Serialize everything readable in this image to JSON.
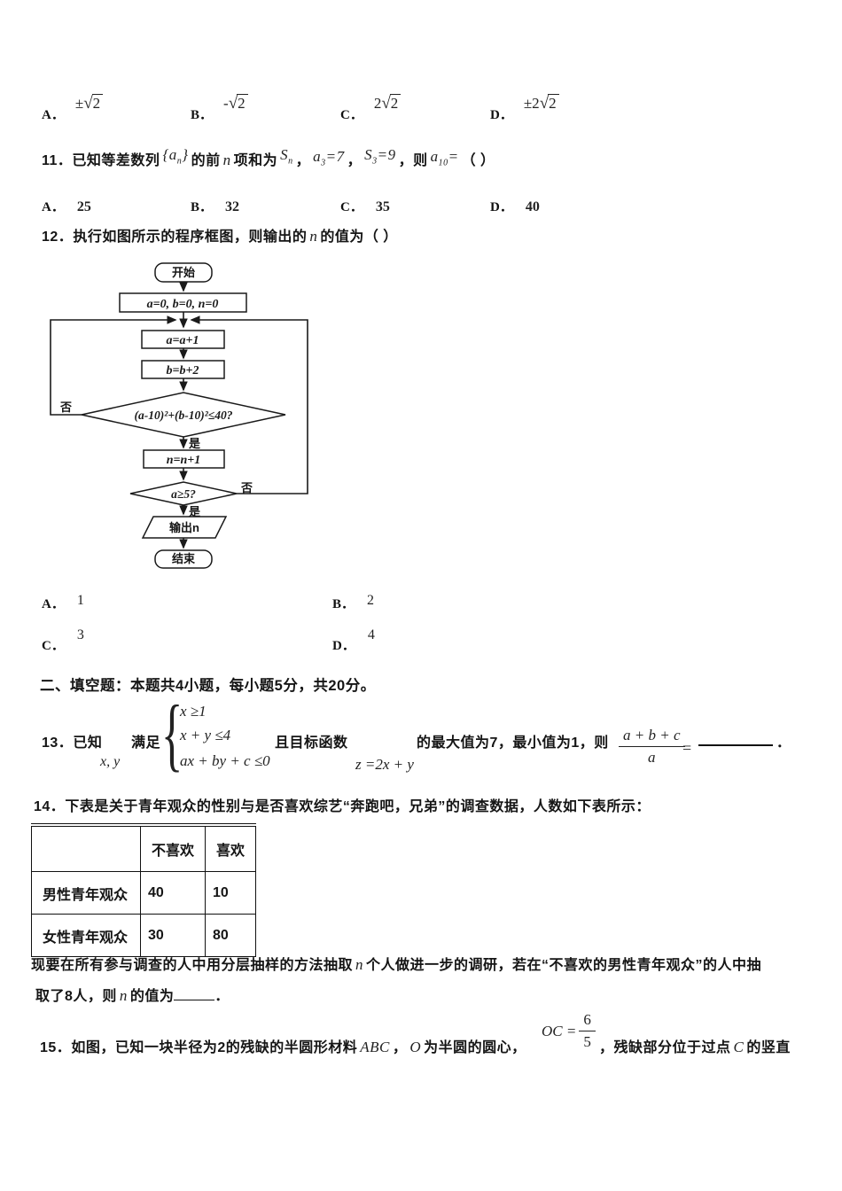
{
  "doc": {
    "q10_options": [
      {
        "letter": "A．",
        "prefix": "±",
        "radicand": "2"
      },
      {
        "letter": "B．",
        "prefix": "-",
        "radicand": "2"
      },
      {
        "letter": "C．",
        "prefix": "2",
        "radicand": "2"
      },
      {
        "letter": "D．",
        "prefix": "±2",
        "radicand": "2"
      }
    ],
    "q11": {
      "number": "11．",
      "t1": "已知等差数列",
      "seq_open": "{",
      "seq_base": "a",
      "seq_sub": "n",
      "seq_close": "}",
      "t2": "的前",
      "n": "n",
      "t3": "项和为",
      "s_base": "S",
      "s_sub": "n",
      "comma1": "，",
      "a3_base": "a",
      "a3_sub": "3",
      "a3_val": "=7",
      "comma2": "，",
      "s3_base": "S",
      "s3_sub": "3",
      "s3_val": "=9",
      "comma3": "，则",
      "a10_base": "a",
      "a10_sub": "10",
      "a10_val": "=",
      "paren": "（ ）",
      "options": [
        {
          "letter": "A．",
          "value": "25"
        },
        {
          "letter": "B．",
          "value": "32"
        },
        {
          "letter": "C．",
          "value": "35"
        },
        {
          "letter": "D．",
          "value": "40"
        }
      ]
    },
    "q12": {
      "number": "12．",
      "t1": "执行如图所示的程序框图，则输出的",
      "n": "n",
      "t2": "的值为（ ）",
      "options": [
        {
          "letter": "A．",
          "value": "1"
        },
        {
          "letter": "B．",
          "value": "2"
        },
        {
          "letter": "C．",
          "value": "3"
        },
        {
          "letter": "D．",
          "value": "4"
        }
      ]
    },
    "flowchart": {
      "start": "开始",
      "init": "a=0, b=0, n=0",
      "step_a": "a=a+1",
      "step_b": "b=b+2",
      "cond1": "(a-10)²+(b-10)²≤40?",
      "yes": "是",
      "no": "否",
      "step_n": "n=n+1",
      "cond2": "a≥5?",
      "output": "输出n",
      "end": "结束"
    },
    "section2": "二、填空题：本题共4小题，每小题5分，共20分。",
    "q13": {
      "number": "13．",
      "t1": "已知",
      "xy": "x, y",
      "t2": "满足",
      "brace": "{",
      "sys1": "x ≥1",
      "sys2": "x + y ≤4",
      "sys3": "ax + by + c ≤0",
      "t3": "且目标函数",
      "z": "z =2x + y",
      "t4": "的最大值为7，最小值为1，则",
      "num": "a + b + c",
      "den": "a",
      "eq": "=",
      "period": "．"
    },
    "q14": {
      "number": "14．",
      "t1": "下表是关于青年观众的性别与是否喜欢综艺“奔跑吧，兄弟”的调查数据，人数如下表所示：",
      "table": {
        "headers": [
          "",
          "不喜欢",
          "喜欢"
        ],
        "rows": [
          [
            "男性青年观众",
            "40",
            "10"
          ],
          [
            "女性青年观众",
            "30",
            "80"
          ]
        ]
      },
      "p1a": "现要在所有参与调查的人中用分层抽样的方法抽取",
      "p1n": "n",
      "p1b": "个人做进一步的调研，若在“不喜欢的男性青年观众”的人中抽",
      "p2a": "取了8人，则",
      "p2n": "n",
      "p2b": "的值为",
      "p2end": "．"
    },
    "q15": {
      "number": "15．",
      "t1": "如图，已知一块半径为2的残缺的半圆形材料",
      "abc": "ABC",
      "c1": "，",
      "o": "O",
      "t2": "为半圆的圆心，",
      "oc": "OC =",
      "num": "6",
      "den": "5",
      "c2": "，",
      "t3": "残缺部分位于过点",
      "c": "C",
      "t4": "的竖直"
    }
  }
}
